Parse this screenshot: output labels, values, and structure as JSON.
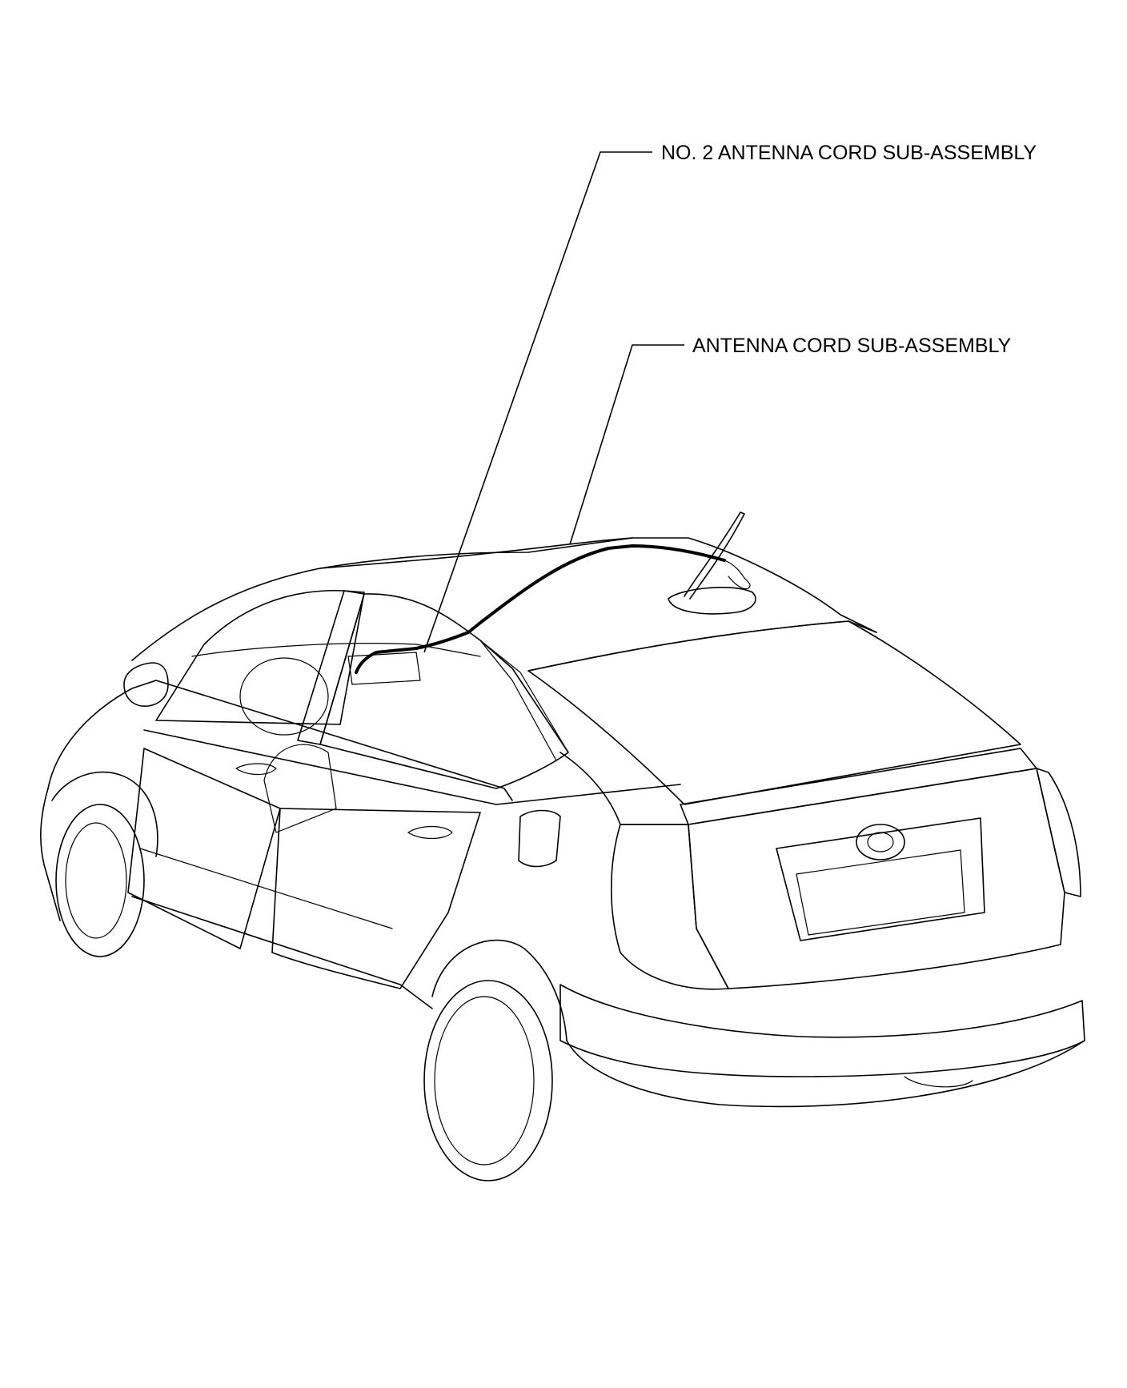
{
  "callouts": [
    {
      "id": "no2-antenna-cord",
      "text": "NO. 2 ANTENNA CORD SUB-ASSEMBLY"
    },
    {
      "id": "antenna-cord",
      "text": "ANTENNA CORD SUB-ASSEMBLY"
    }
  ],
  "colors": {
    "line": "#000000",
    "background": "#ffffff"
  }
}
